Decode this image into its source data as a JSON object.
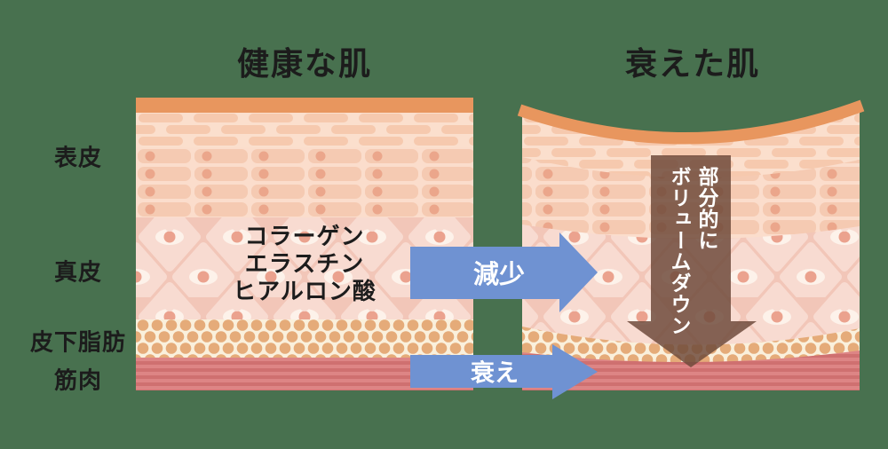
{
  "diagram": {
    "title_left": "健康な肌",
    "title_right": "衰えた肌",
    "layers": [
      {
        "label": "表皮"
      },
      {
        "label": "真皮"
      },
      {
        "label": "皮下脂肪"
      },
      {
        "label": "筋肉"
      }
    ],
    "dermis_components": [
      "コラーゲン",
      "エラスチン",
      "ヒアルロン酸"
    ],
    "arrow_decrease_label": "減少",
    "arrow_decline_label": "衰え",
    "volume_down_col1": "部分的に",
    "volume_down_col2": "ボリュームダウン"
  },
  "colors": {
    "background": "#48714f",
    "skin_surface_orange": "#e8965e",
    "epidermis_bg": "#fbdfcd",
    "epidermis_cell": "#f6c9ae",
    "brick_cell": "#f5cab2",
    "brick_dot": "#eba68b",
    "dermis_bg": "#f2c6b8",
    "dermis_tile": "#f8dbd1",
    "dermis_eye_white": "#fdf2ea",
    "dermis_eye_dot": "#eba28e",
    "fat_bg": "#faf0dc",
    "fat_cell": "#e5ab79",
    "muscle_light": "#dd8585",
    "muscle_dark": "#cf7070",
    "arrow_blue": "#6f92d2",
    "arrow_brown": "#6e4a3a",
    "text_dark": "#1c1c1c",
    "text_white": "#ffffff"
  }
}
